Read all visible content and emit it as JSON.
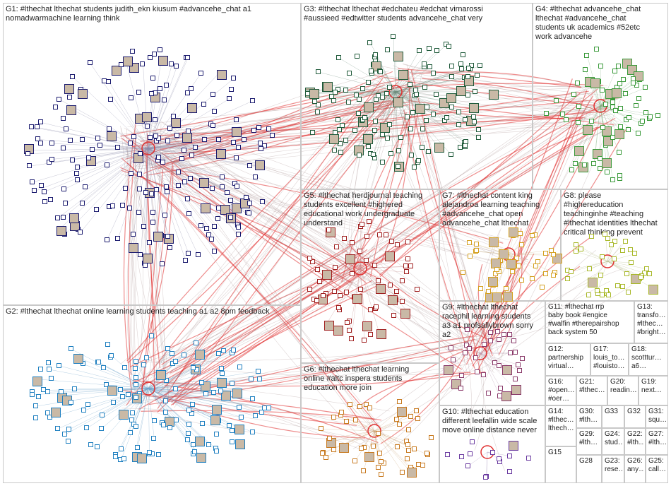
{
  "groups": [
    {
      "id": "G1",
      "label": "G1: #lthechat lthechat students judith_ekn kiusum #advancehe_chat a1\nnomadwarmachine learning think",
      "color": "#1a1a6e",
      "nodes": 220,
      "edge_color": "#8a8aa8"
    },
    {
      "id": "G2",
      "label": "G2: #lthechat lthechat online learning students teaching a1 a2 8pm feedback",
      "color": "#1e7fc0",
      "nodes": 150,
      "edge_color": "#6aa0c8"
    },
    {
      "id": "G3",
      "label": "G3: #lthechat lthechat #edchateu #edchat virnarossi\n#aussieed #edtwitter students advancehe_chat very",
      "color": "#1f5a3a",
      "nodes": 150,
      "edge_color": "#6a8a7a"
    },
    {
      "id": "G4",
      "label": "G4: #lthechat advancehe_chat\nlthechat #advancehe_chat\nstudents uk academics #52etc\nwork advancehe",
      "color": "#3a9a3a",
      "nodes": 80,
      "edge_color": "#80b080"
    },
    {
      "id": "G5",
      "label": "G5: #lthechat herdjournal teaching\nstudents excellent #highered\neducational work undergraduate\nunderstand",
      "color": "#a02020",
      "nodes": 70,
      "edge_color": "#c08080"
    },
    {
      "id": "G6",
      "label": "G6: #lthechat lthechat learning\nonline #altc inspera students\neducation more join",
      "color": "#c87a20",
      "nodes": 55,
      "edge_color": "#c8a070"
    },
    {
      "id": "G7",
      "label": "G7: #lthechat content king\nalejandroa learning teaching\n#advancehe_chat open\nadvancehe_chat lthechat",
      "color": "#d4a020",
      "nodes": 45,
      "edge_color": "#c8b080"
    },
    {
      "id": "G8",
      "label": "G8: please\n#highereducation\nteachinginhe #teaching\n#lthechat identities lthechat\ncritical thinking prevent",
      "color": "#a8b828",
      "nodes": 40,
      "edge_color": "#b0b880"
    },
    {
      "id": "G9",
      "label": "G9: #lthechat lthechat\nracephil learning students\na3 a1 profsallybrown sorry\na2",
      "color": "#8a3a6a",
      "nodes": 35,
      "edge_color": "#b090a8"
    },
    {
      "id": "G10",
      "label": "G10: #lthechat education\ndifferent leefallin wide scale\nmove online distance never",
      "color": "#6a3aa0",
      "nodes": 14,
      "edge_color": "#a090b8"
    },
    {
      "id": "G11",
      "label": "G11: #lthechat rrp\nbaby book #engice\n#walfin #therepairshop\nback system 50",
      "color": "#555555",
      "nodes": 0,
      "edge_color": "#999999"
    },
    {
      "id": "G12",
      "label": "G12:\npartnership\nvirtual…",
      "color": "#555555",
      "nodes": 0,
      "edge_color": "#999999"
    },
    {
      "id": "G13",
      "label": "G13:\ntransfo…\n#lthec…\n#bright…",
      "color": "#555555",
      "nodes": 0,
      "edge_color": "#999999"
    },
    {
      "id": "G14",
      "label": "G14:\n#lthec…\nlthech…",
      "color": "#555555",
      "nodes": 0,
      "edge_color": "#999999"
    },
    {
      "id": "G15",
      "label": "G15",
      "color": "#555555",
      "nodes": 0,
      "edge_color": "#999999"
    },
    {
      "id": "G16",
      "label": "G16:\n#open…\n#oer…",
      "color": "#555555",
      "nodes": 0,
      "edge_color": "#999999"
    },
    {
      "id": "G17",
      "label": "G17:\nlouis_to…\n#louisto…",
      "color": "#555555",
      "nodes": 0,
      "edge_color": "#999999"
    },
    {
      "id": "G18",
      "label": "G18:\nscotttur…\na6…",
      "color": "#555555",
      "nodes": 0,
      "edge_color": "#999999"
    },
    {
      "id": "G19",
      "label": "G19:\nnext…",
      "color": "#555555",
      "nodes": 0,
      "edge_color": "#999999"
    },
    {
      "id": "G20",
      "label": "G20:\nreadin…",
      "color": "#555555",
      "nodes": 0,
      "edge_color": "#999999"
    },
    {
      "id": "G21",
      "label": "G21:\n#lthec…",
      "color": "#555555",
      "nodes": 0,
      "edge_color": "#999999"
    },
    {
      "id": "G22",
      "label": "G22:\n#lth…",
      "color": "#555555",
      "nodes": 0,
      "edge_color": "#999999"
    },
    {
      "id": "G23",
      "label": "G23:\nrese…",
      "color": "#555555",
      "nodes": 0,
      "edge_color": "#999999"
    },
    {
      "id": "G24",
      "label": "G24:\nstud…",
      "color": "#555555",
      "nodes": 0,
      "edge_color": "#999999"
    },
    {
      "id": "G25",
      "label": "G25:\ncall…",
      "color": "#555555",
      "nodes": 0,
      "edge_color": "#999999"
    },
    {
      "id": "G26",
      "label": "G26:\nany…",
      "color": "#555555",
      "nodes": 0,
      "edge_color": "#999999"
    },
    {
      "id": "G27",
      "label": "G27:\n#lth…",
      "color": "#555555",
      "nodes": 0,
      "edge_color": "#999999"
    },
    {
      "id": "G28",
      "label": "G28",
      "color": "#555555",
      "nodes": 0,
      "edge_color": "#999999"
    },
    {
      "id": "G29",
      "label": "G29:\n#lth…",
      "color": "#555555",
      "nodes": 0,
      "edge_color": "#999999"
    },
    {
      "id": "G30",
      "label": "G30:\n#lth…",
      "color": "#555555",
      "nodes": 0,
      "edge_color": "#999999"
    },
    {
      "id": "G31",
      "label": "G31:\nsqu…",
      "color": "#555555",
      "nodes": 0,
      "edge_color": "#999999"
    },
    {
      "id": "G32",
      "label": "G32",
      "color": "#555555",
      "nodes": 0,
      "edge_color": "#999999"
    },
    {
      "id": "G33",
      "label": "G33",
      "color": "#555555",
      "nodes": 0,
      "edge_color": "#999999"
    }
  ],
  "inter_edges": [
    {
      "from": "G1",
      "to": "G3",
      "weight": 6
    },
    {
      "from": "G1",
      "to": "G4",
      "weight": 5
    },
    {
      "from": "G1",
      "to": "G2",
      "weight": 6
    },
    {
      "from": "G1",
      "to": "G5",
      "weight": 4
    },
    {
      "from": "G1",
      "to": "G7",
      "weight": 3
    },
    {
      "from": "G1",
      "to": "G9",
      "weight": 3
    },
    {
      "from": "G2",
      "to": "G3",
      "weight": 4
    },
    {
      "from": "G2",
      "to": "G5",
      "weight": 4
    },
    {
      "from": "G2",
      "to": "G6",
      "weight": 3
    },
    {
      "from": "G2",
      "to": "G9",
      "weight": 3
    },
    {
      "from": "G3",
      "to": "G4",
      "weight": 5
    },
    {
      "from": "G3",
      "to": "G5",
      "weight": 3
    },
    {
      "from": "G3",
      "to": "G9",
      "weight": 3
    },
    {
      "from": "G4",
      "to": "G9",
      "weight": 3
    },
    {
      "from": "G4",
      "to": "G5",
      "weight": 2
    },
    {
      "from": "G5",
      "to": "G9",
      "weight": 2
    },
    {
      "from": "G6",
      "to": "G9",
      "weight": 2
    },
    {
      "from": "G7",
      "to": "G9",
      "weight": 2
    },
    {
      "from": "G8",
      "to": "G9",
      "weight": 2
    },
    {
      "from": "G10",
      "to": "G9",
      "weight": 1
    },
    {
      "from": "G2",
      "to": "G4",
      "weight": 3
    },
    {
      "from": "G1",
      "to": "G6",
      "weight": 2
    }
  ],
  "hub_color": "#e03030"
}
